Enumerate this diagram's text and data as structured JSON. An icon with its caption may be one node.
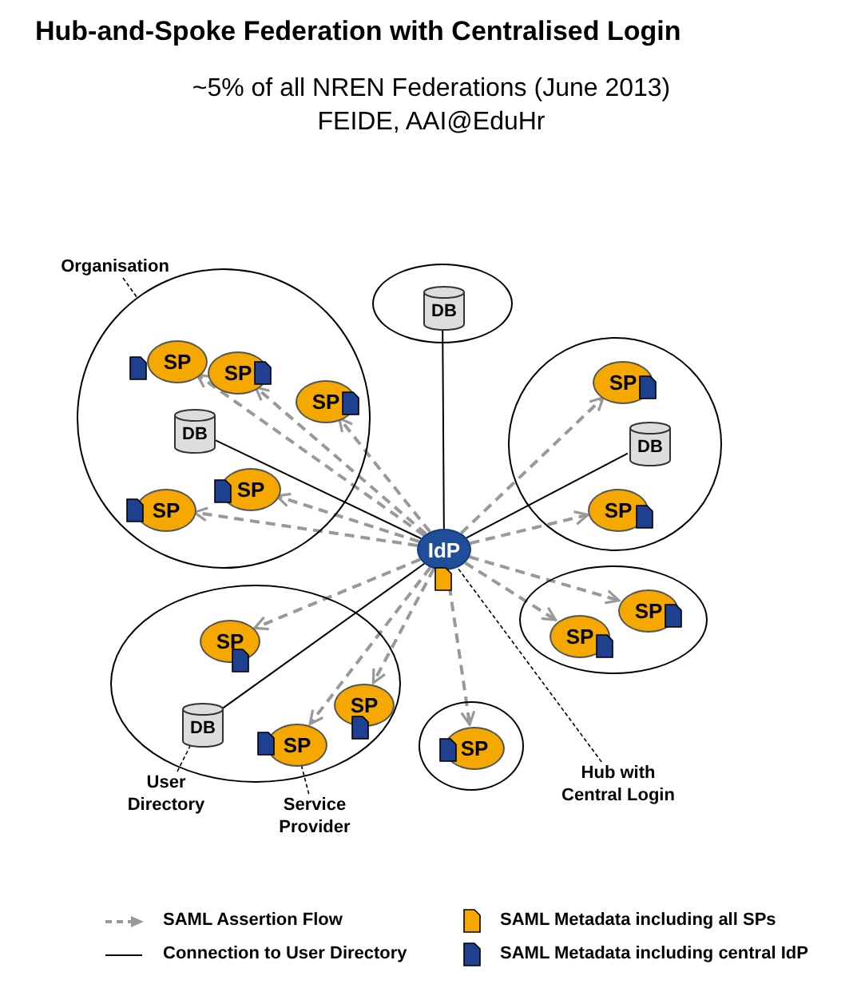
{
  "diagram": {
    "title": "Hub-and-Spoke Federation with Centralised Login",
    "nodes": [
      {
        "text": [
          "Organisation"
        ]
      },
      {
        "text": [],
        "shape": "circle"
      },
      {
        "text": [
          "SP"
        ],
        "in": 1
      },
      {
        "text": [
          "SP"
        ],
        "in": 1
      },
      {
        "text": [
          "SP"
        ],
        "in": 1
      },
      {
        "text": [
          "DB"
        ],
        "in": 1
      },
      {
        "text": [
          "SP"
        ],
        "in": 1
      },
      {
        "text": [
          "SP"
        ],
        "in": 1
      },
      {
        "text": [],
        "shape": "circle"
      },
      {
        "text": [
          "DB"
        ],
        "in": 8
      },
      {
        "text": [],
        "shape": "circle"
      },
      {
        "text": [
          "SP"
        ],
        "in": 10
      },
      {
        "text": [
          "DB"
        ],
        "in": 10
      },
      {
        "text": [
          "SP"
        ],
        "in": 10
      },
      {
        "text": [
          "IdP"
        ]
      },
      {
        "text": [],
        "shape": "circle"
      },
      {
        "text": [
          "SP"
        ],
        "in": 15
      },
      {
        "text": [
          "SP"
        ],
        "in": 15
      },
      {
        "text": [],
        "shape": "circle"
      },
      {
        "text": [
          "SP"
        ],
        "in": 18
      },
      {
        "text": [
          "DB"
        ],
        "in": 18
      },
      {
        "text": [
          "SP"
        ],
        "in": 18
      },
      {
        "text": [
          "SP"
        ],
        "in": 18
      },
      {
        "text": [],
        "shape": "circle"
      },
      {
        "text": [
          "SP"
        ],
        "in": 23
      },
      {
        "text": [
          "User Directory"
        ]
      },
      {
        "text": [
          "Service Provider"
        ]
      },
      {
        "text": [
          "Hub with Central Login"
        ]
      }
    ],
    "edges": [
      {
        "from": 14,
        "to": 2,
        "arrow": "to",
        "style": "dashed",
        "color": "#999999"
      },
      {
        "from": 14,
        "to": 3,
        "arrow": "to",
        "style": "dashed",
        "color": "#999999"
      },
      {
        "from": 14,
        "to": 4,
        "arrow": "to",
        "style": "dashed",
        "color": "#999999"
      },
      {
        "from": 14,
        "to": 6,
        "arrow": "to",
        "style": "dashed",
        "color": "#999999"
      },
      {
        "from": 14,
        "to": 7,
        "arrow": "to",
        "style": "dashed",
        "color": "#999999"
      },
      {
        "from": 14,
        "to": 11,
        "arrow": "to",
        "style": "dashed",
        "color": "#999999"
      },
      {
        "from": 14,
        "to": 13,
        "arrow": "to",
        "style": "dashed",
        "color": "#999999"
      },
      {
        "from": 14,
        "to": 16,
        "arrow": "to",
        "style": "dashed",
        "color": "#999999"
      },
      {
        "from": 14,
        "to": 17,
        "arrow": "to",
        "style": "dashed",
        "color": "#999999"
      },
      {
        "from": 14,
        "to": 19,
        "arrow": "to",
        "style": "dashed",
        "color": "#999999"
      },
      {
        "from": 14,
        "to": 21,
        "arrow": "to",
        "style": "dashed",
        "color": "#999999"
      },
      {
        "from": 14,
        "to": 22,
        "arrow": "to",
        "style": "dashed",
        "color": "#999999"
      },
      {
        "from": 14,
        "to": 24,
        "arrow": "to",
        "style": "dashed",
        "color": "#999999"
      },
      {
        "from": 14,
        "to": 5,
        "arrow": "none",
        "color": "#000000"
      },
      {
        "from": 14,
        "to": 9,
        "arrow": "none",
        "color": "#000000"
      },
      {
        "from": 14,
        "to": 12,
        "arrow": "none",
        "color": "#000000"
      },
      {
        "from": 14,
        "to": 20,
        "arrow": "none",
        "color": "#000000"
      },
      {
        "from": 0,
        "to": 1,
        "arrow": "none",
        "style": "dashed",
        "color": "#000000"
      },
      {
        "from": 25,
        "to": 20,
        "arrow": "none",
        "style": "dashed",
        "color": "#000000"
      },
      {
        "from": 26,
        "to": 22,
        "arrow": "none",
        "style": "dashed",
        "color": "#000000"
      },
      {
        "from": 27,
        "to": 14,
        "arrow": "none",
        "style": "dashed",
        "color": "#000000"
      }
    ],
    "labels": [
      "~5% of all NREN Federations (June 2013)",
      "FEIDE, AAI@EduHr"
    ],
    "legend": [
      {
        "text": "SAML Assertion Flow"
      },
      {
        "text": "SAML Metadata including all SPs",
        "color": "#f5a800"
      },
      {
        "text": "Connection to User Directory"
      },
      {
        "text": "SAML Metadata including central IdP",
        "color": "#1f3f8f"
      }
    ]
  }
}
